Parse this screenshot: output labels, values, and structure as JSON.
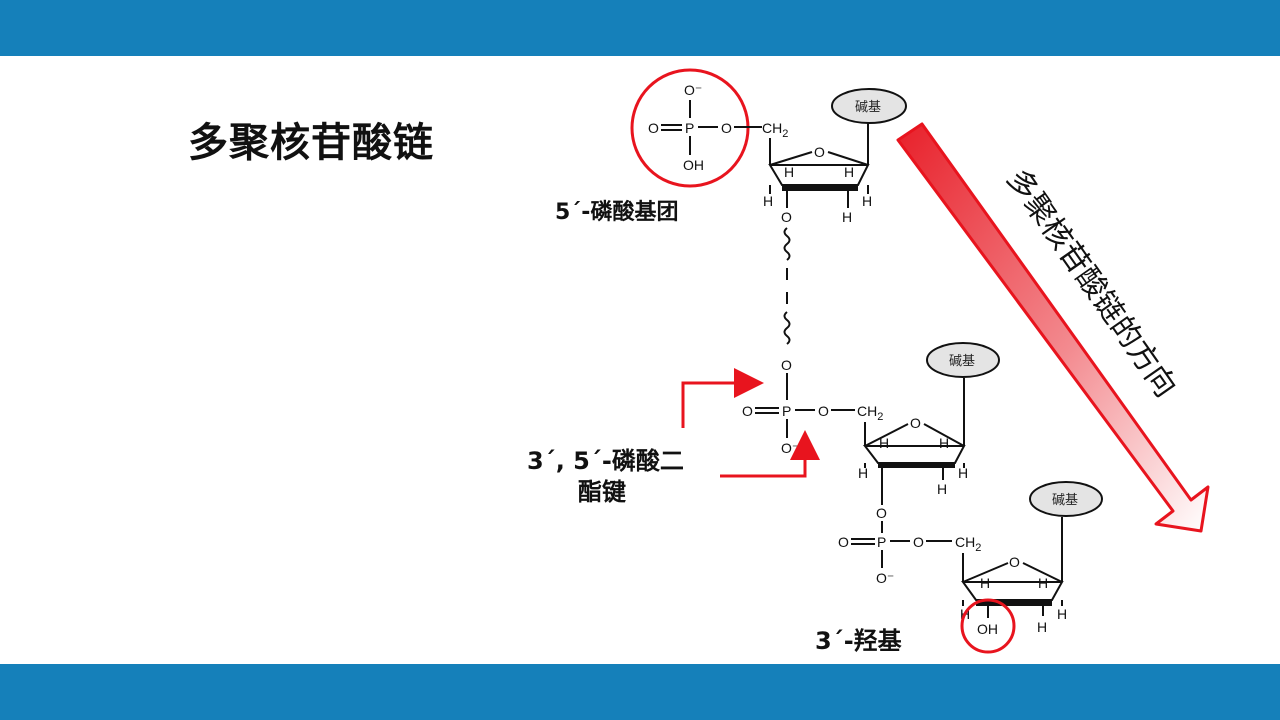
{
  "slide": {
    "title": "多聚核苷酸链",
    "colors": {
      "band": "#1580ba",
      "accent_red": "#e8141e"
    }
  },
  "labels": {
    "phosphate_5": "5´-磷酸基团",
    "phosphodiester_line1": "3´, 5´-磷酸二",
    "phosphodiester_line2": "酯键",
    "hydroxyl_3": "3´-羟基",
    "direction": "多聚核苷酸链的方向"
  },
  "atoms": {
    "base": "碱基",
    "O": "O",
    "P": "P",
    "H": "H",
    "OH": "OH",
    "CH2": "CH",
    "sub2": "2",
    "O_minus": "O⁻"
  },
  "icons": {
    "direction_arrow": "gradient-red-arrow",
    "highlight": "red-circle",
    "bond_pointer": "red-bent-arrow"
  }
}
